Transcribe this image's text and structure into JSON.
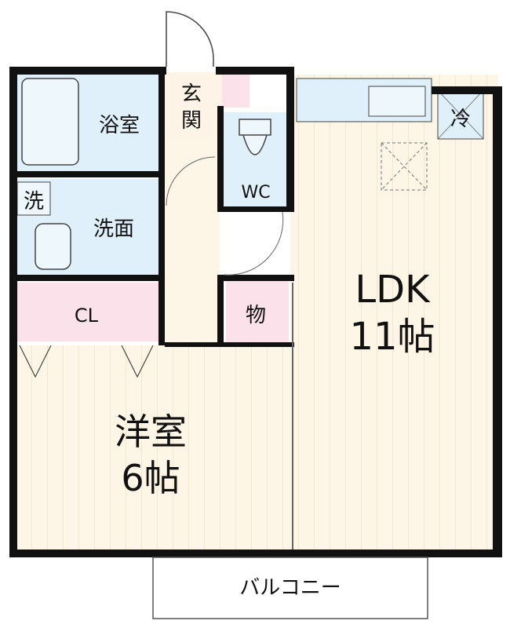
{
  "rooms": {
    "bath": "浴室",
    "entrance_1": "玄",
    "entrance_2": "関",
    "fridge": "冷",
    "washer": "洗",
    "washroom": "洗面",
    "wc": "WC",
    "ldk_name": "LDK",
    "ldk_size": "11帖",
    "closet": "CL",
    "storage": "物",
    "western_name": "洋室",
    "western_size": "6帖",
    "balcony": "バルコニー"
  },
  "colors": {
    "wall": "#111111",
    "floor_wood": "#fdf6e6",
    "floor_line": "#e8d9b8",
    "wet_area": "#dff0fa",
    "storage_pink": "#fbe1ea",
    "entrance_floor": "#fdf3e6"
  }
}
